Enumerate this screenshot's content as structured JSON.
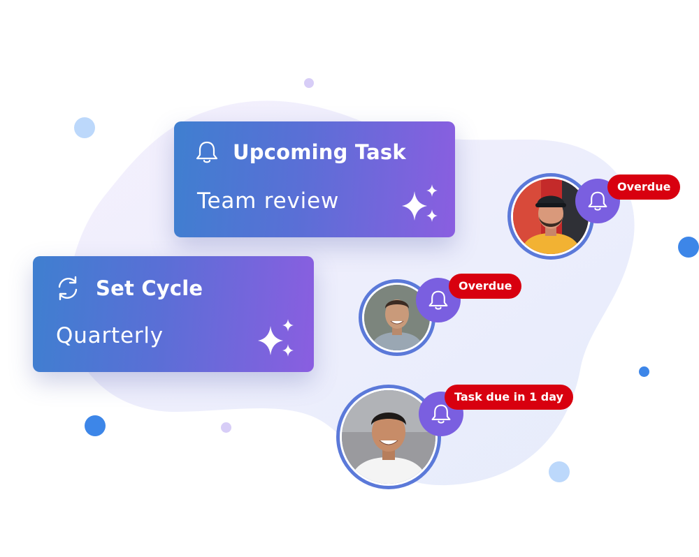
{
  "cards": {
    "upcoming": {
      "title": "Upcoming Task",
      "subtitle": "Team review",
      "icon": "bell-icon"
    },
    "cycle": {
      "title": "Set Cycle",
      "subtitle": "Quarterly",
      "icon": "refresh-cycle-icon"
    }
  },
  "notifications": [
    {
      "badge": "Overdue",
      "icon": "bell-icon"
    },
    {
      "badge": "Overdue",
      "icon": "bell-icon"
    },
    {
      "badge": "Task due in 1 day",
      "icon": "bell-icon"
    }
  ],
  "colors": {
    "card_gradient_start": "#3f7fd0",
    "card_gradient_end": "#8a5ee0",
    "badge_red": "#d8000f",
    "bell_purple": "#7a5fe0",
    "avatar_ring": "#5b79d9",
    "blob": "#eef0fc"
  }
}
